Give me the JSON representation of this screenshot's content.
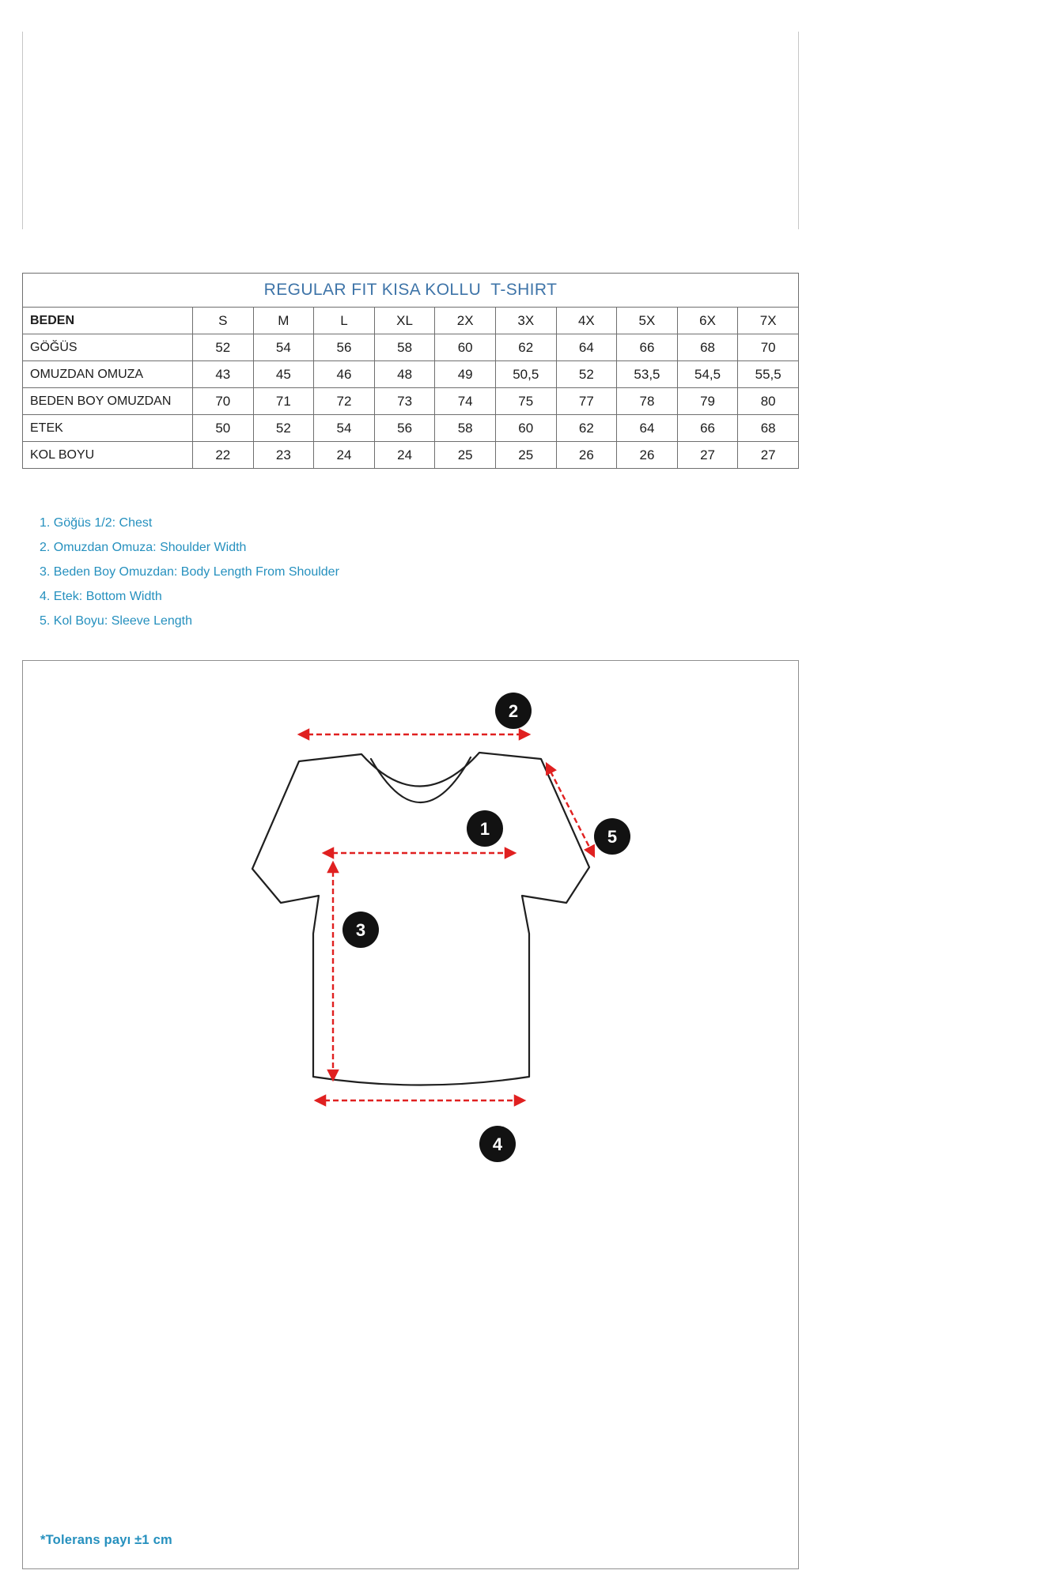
{
  "size_table": {
    "title": "REGULAR FIT KISA KOLLU  T-SHIRT",
    "header_label": "BEDEN",
    "sizes": [
      "S",
      "M",
      "L",
      "XL",
      "2X",
      "3X",
      "4X",
      "5X",
      "6X",
      "7X"
    ],
    "rows": [
      {
        "label": "GÖĞÜS",
        "values": [
          "52",
          "54",
          "56",
          "58",
          "60",
          "62",
          "64",
          "66",
          "68",
          "70"
        ]
      },
      {
        "label": "OMUZDAN OMUZA",
        "values": [
          "43",
          "45",
          "46",
          "48",
          "49",
          "50,5",
          "52",
          "53,5",
          "54,5",
          "55,5"
        ]
      },
      {
        "label": "BEDEN BOY OMUZDAN",
        "values": [
          "70",
          "71",
          "72",
          "73",
          "74",
          "75",
          "77",
          "78",
          "79",
          "80"
        ]
      },
      {
        "label": "ETEK",
        "values": [
          "50",
          "52",
          "54",
          "56",
          "58",
          "60",
          "62",
          "64",
          "66",
          "68"
        ]
      },
      {
        "label": "KOL BOYU",
        "values": [
          "22",
          "23",
          "24",
          "24",
          "25",
          "25",
          "26",
          "26",
          "27",
          "27"
        ]
      }
    ]
  },
  "legend": {
    "items": [
      "1. Göğüs 1/2: Chest",
      "2. Omuzdan Omuza: Shoulder Width",
      "3. Beden Boy Omuzdan: Body Length From Shoulder",
      "4. Etek: Bottom Width",
      "5. Kol Boyu: Sleeve Length"
    ]
  },
  "diagram": {
    "markers": [
      {
        "num": "1",
        "name": "chest"
      },
      {
        "num": "2",
        "name": "shoulder-width"
      },
      {
        "num": "3",
        "name": "body-length-from-shoulder"
      },
      {
        "num": "4",
        "name": "bottom-width"
      },
      {
        "num": "5",
        "name": "sleeve-length"
      }
    ]
  },
  "footer": {
    "tolerance_note": "*Tolerans payı ±1 cm"
  },
  "colors": {
    "table_title_blue": "#3E74A8",
    "legend_teal": "#2590BE",
    "arrow_red": "#E02020",
    "marker_black": "#121212"
  }
}
